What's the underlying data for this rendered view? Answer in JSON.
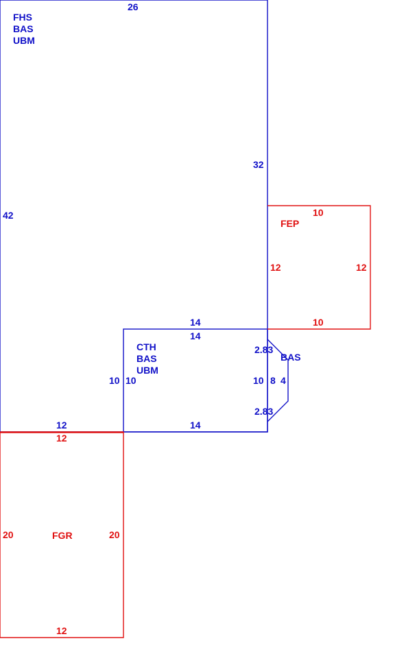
{
  "colors": {
    "building": "#1010c8",
    "attached": "#e01010"
  },
  "areas": {
    "main_house": {
      "codes": [
        "FHS",
        "BAS",
        "UBM"
      ],
      "dims": {
        "top": "26",
        "left": "42",
        "right": "32",
        "bottom": "12"
      }
    },
    "porch": {
      "code": "FEP",
      "dims": {
        "top": "10",
        "left": "12",
        "right": "12",
        "bottom": "10"
      }
    },
    "wing": {
      "codes": [
        "CTH",
        "BAS",
        "UBM"
      ],
      "dims": {
        "top_outer": "14",
        "top_inner": "14",
        "left_outer": "10",
        "left_inner": "10",
        "right": "10",
        "bottom": "14"
      }
    },
    "bay": {
      "code": "BAS",
      "dims": {
        "diag_top": "2.83",
        "base": "8",
        "front": "4",
        "diag_bottom": "2.83"
      }
    },
    "garage": {
      "code": "FGR",
      "dims": {
        "top": "12",
        "left": "20",
        "right": "20",
        "bottom": "12"
      }
    }
  }
}
